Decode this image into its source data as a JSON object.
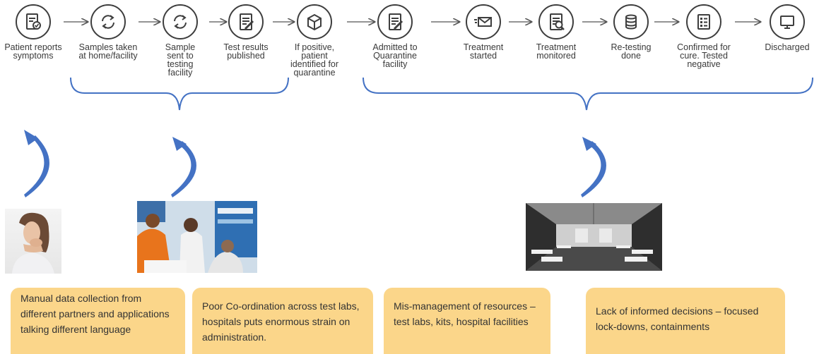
{
  "flow": {
    "steps": [
      {
        "label": "Patient reports symptoms",
        "icon": "clipboard-check-icon"
      },
      {
        "label": "Samples taken at home/facility",
        "icon": "refresh-cycle-icon"
      },
      {
        "label": "Sample sent to testing facility",
        "icon": "refresh-cycle-icon"
      },
      {
        "label": "Test results published",
        "icon": "document-pen-icon"
      },
      {
        "label": "If positive, patient identified for quarantine",
        "icon": "box-icon"
      },
      {
        "label": "Admitted to Quarantine facility",
        "icon": "document-pen-icon"
      },
      {
        "label": "Treatment started",
        "icon": "envelope-send-icon"
      },
      {
        "label": "Treatment monitored",
        "icon": "document-search-icon"
      },
      {
        "label": "Re-testing done",
        "icon": "coin-stack-icon"
      },
      {
        "label": "Confirmed for cure. Tested negative",
        "icon": "checklist-icon"
      },
      {
        "label": "Discharged",
        "icon": "monitor-icon"
      }
    ]
  },
  "colors": {
    "accent": "#4472c4",
    "note_fill": "#fbd68a",
    "icon_stroke": "#3e3e3e"
  },
  "photos": {
    "patient": "woman-coughing-photo",
    "lab": "testing-staff-photo",
    "ward": "quarantine-ward-photo"
  },
  "notes": [
    {
      "text": "Manual data collection from different partners and applications talking different language"
    },
    {
      "text": "Poor Co-ordination across test labs, hospitals puts enormous strain on administration."
    },
    {
      "text": "Mis-management of resources – test labs, kits, hospital facilities"
    },
    {
      "text": "Lack of informed decisions – focused lock-downs, containments"
    }
  ]
}
